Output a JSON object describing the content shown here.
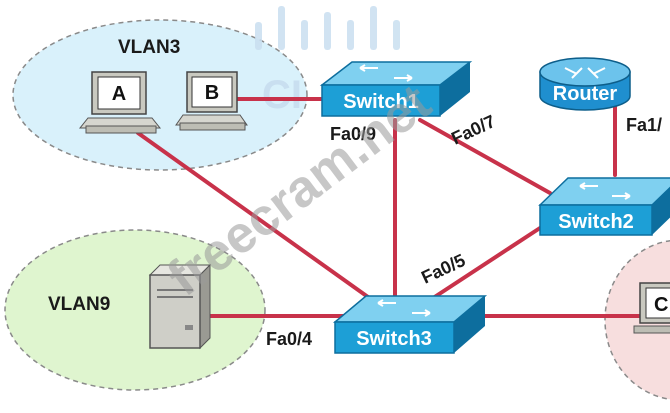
{
  "vlans": {
    "vlan3": {
      "label": "VLAN3",
      "fill": "#d9f1fb",
      "stroke": "#8a8a8a"
    },
    "vlan9": {
      "label": "VLAN9",
      "fill": "#dff5cf",
      "stroke": "#8a8a8a"
    },
    "right": {
      "fill": "#f7dede",
      "stroke": "#8a8a8a"
    }
  },
  "devices": {
    "host_a": {
      "label": "A"
    },
    "host_b": {
      "label": "B"
    },
    "switch1": {
      "label": "Switch1"
    },
    "switch2": {
      "label": "Switch2"
    },
    "switch3": {
      "label": "Switch3"
    },
    "router": {
      "label": "Router"
    },
    "host_c": {
      "label": "C"
    }
  },
  "ports": {
    "fa0_9": "Fa0/9",
    "fa0_7": "Fa0/7",
    "fa0_5": "Fa0/5",
    "fa0_4": "Fa0/4",
    "fa1": "Fa1/"
  },
  "watermark": {
    "text": "freecram.net",
    "logo_text": "CI"
  },
  "colors": {
    "link": "#c8324a",
    "switch_body": "#1d9fd6",
    "switch_top": "#7fd0f0",
    "switch_dark": "#0d6e9e",
    "router_body": "#1f8fcf",
    "label_text": "#1a1a1a"
  }
}
